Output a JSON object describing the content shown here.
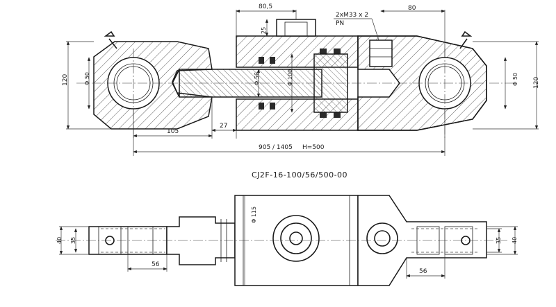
{
  "drawing": {
    "title": "CJ2F-16-100/56/500-00",
    "dims": {
      "port_offset": "80,5",
      "port_height": "25",
      "port_thread": "2xM33 x 2",
      "port_type": "PN",
      "end_port_offset": "80",
      "eye_left_dia": "Φ 50",
      "eye_left_height": "120",
      "rod_dia": "Φ 56",
      "bore_dia": "Φ 100",
      "eye_right_dia": "Φ 50",
      "eye_right_height": "120",
      "eye_len": "105",
      "gland_len": "27",
      "overall": "905 / 1405",
      "stroke": "H=500",
      "tube_dia": "Φ 115",
      "bottom_left_h40": "40",
      "bottom_left_h35": "35",
      "bottom_left_w56": "56",
      "bottom_right_h35": "35",
      "bottom_right_h40": "40",
      "bottom_right_w56": "56"
    }
  }
}
